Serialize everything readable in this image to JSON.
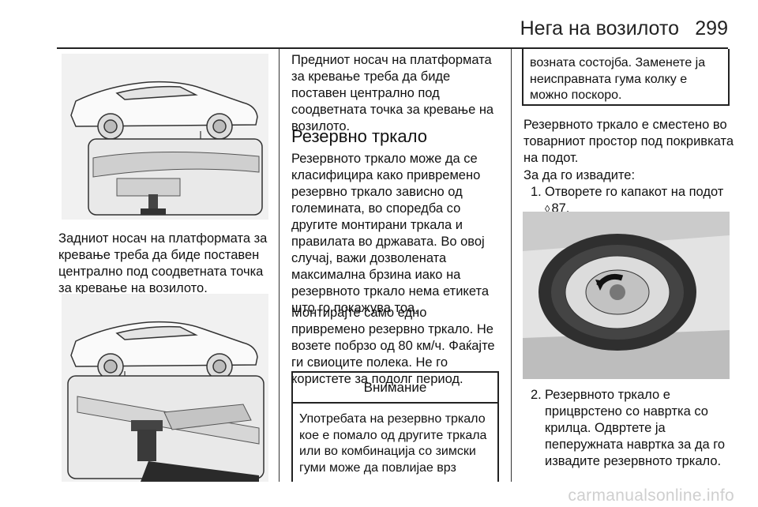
{
  "header": {
    "title": "Нега на возилото",
    "page_number": "299"
  },
  "col1": {
    "caption": "Задниот носач на платформата за кревање треба да биде поставен централно под соодветната точка за кревање на возилото."
  },
  "col2": {
    "intro": "Предниот носач на платформата за кревање треба да биде поставен централно под соодветната точка за кревање на возилото.",
    "section_title": "Резервно тркало",
    "para1": "Резервното тркало може да се класифицира како привремено резервно тркало зависно од големината, во споредба со другите монтирани тркала и правилата во државата. Во овој случај, важи дозволената максимална брзина иако на резервното тркало нема етикета што го покажува тоа.",
    "para2": "Монтирајте само едно привремено резервно тркало. Не возете побрзо од 80 км/ч. Фаќајте ги свиоците полека. Не го користете за подолг период.",
    "warning_title": "Внимание",
    "warning_text_part1": "Употребата на резервно тркало кое е помало од другите тркала или во комбинација со зимски гуми може да повлијае врз"
  },
  "col3": {
    "warning_text_part2": "возната состојба. Заменете ја неисправната гума колку е можно поскоро.",
    "para1": "Резервното тркало е сместено во товарниот простор под покривката на подот.",
    "para2": "За да го извадите:",
    "step1_num": "1.",
    "step1_text": "Отворете го капакот на подот",
    "step1_ref_icon": "reference-arrow",
    "step1_ref": "87.",
    "step2_num": "2.",
    "step2_text": "Резервното тркало е прицврстено со навртка со крилца. Одвртете ја пеперужната навртка за да го извадите резервното тркало."
  },
  "watermark": "carmanualsonline.info"
}
